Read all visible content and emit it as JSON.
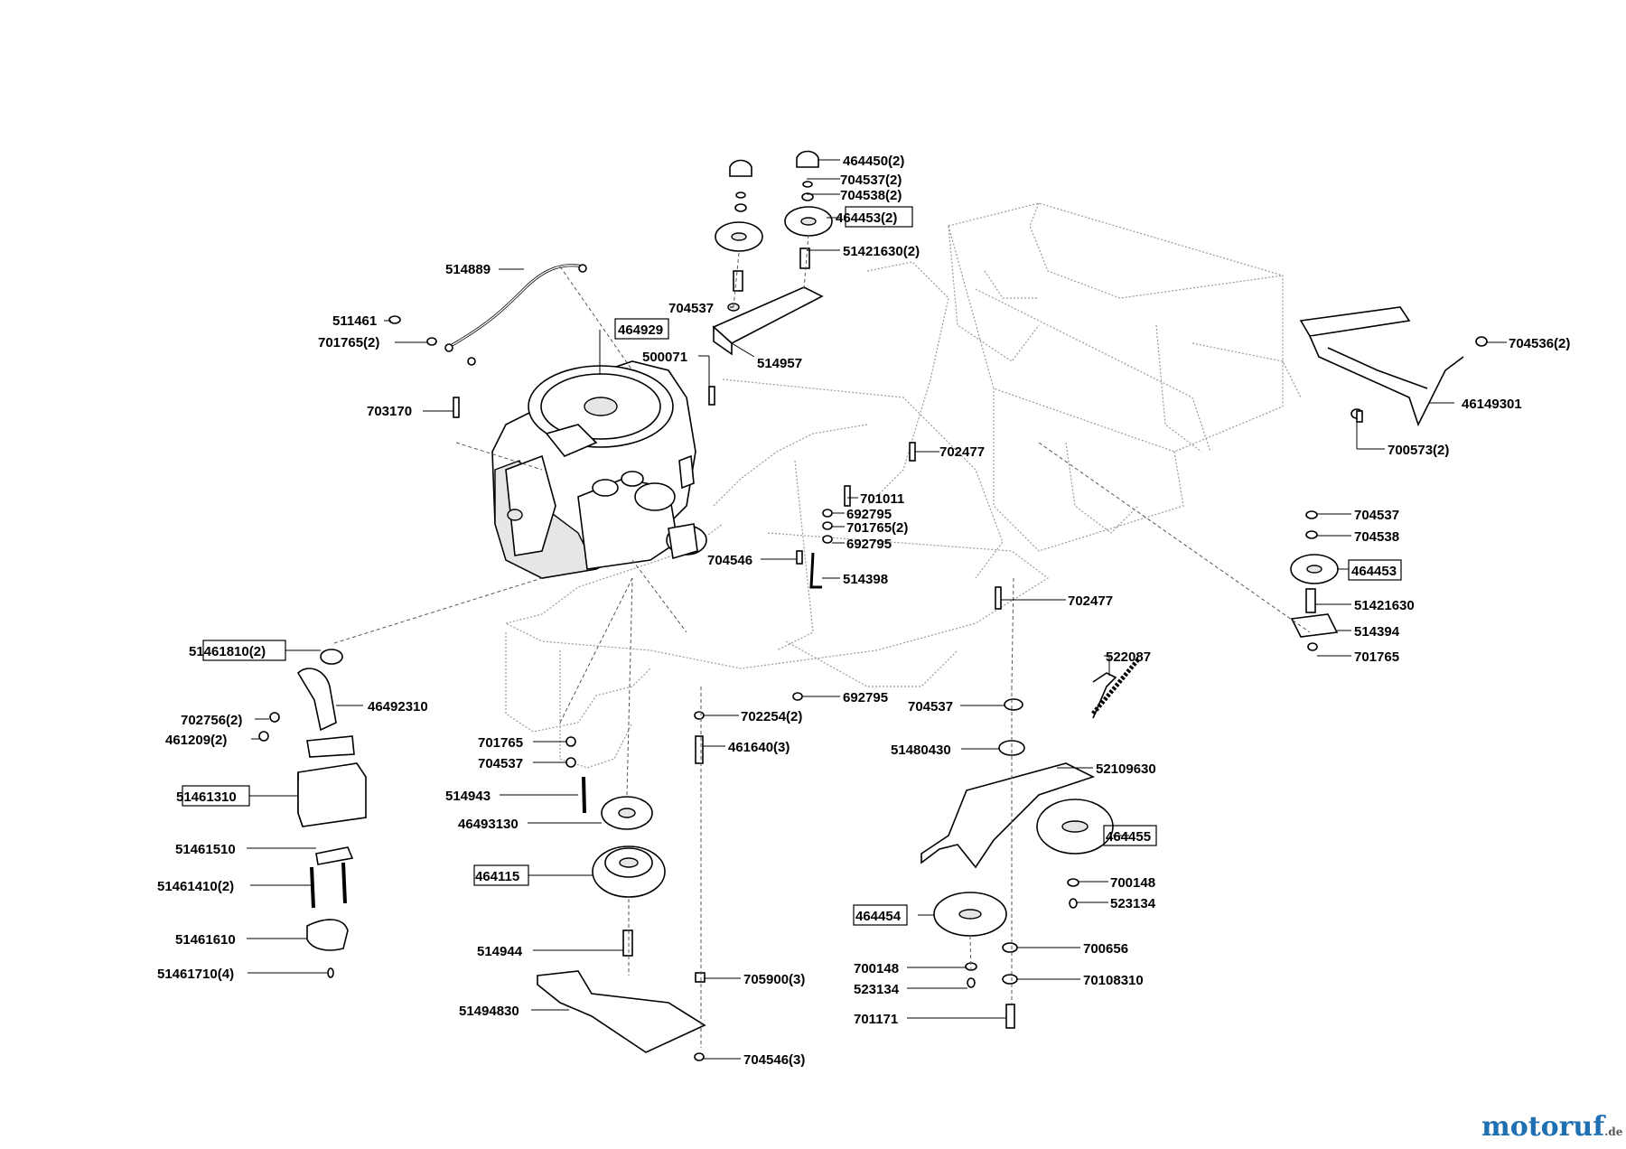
{
  "brand": {
    "logo_text_1": "motoruf",
    "logo_text_2": ".de",
    "colors": {
      "primary": "#1f6fb3",
      "accent": "#e07a1a"
    }
  },
  "labels": [
    "464450(2)",
    "704537(2)",
    "704538(2)",
    "464453(2)",
    "51421630(2)",
    "514889",
    "511461",
    "701765(2)",
    "464929",
    "704537",
    "514957",
    "500071",
    "703170",
    "702477",
    "701011",
    "692795",
    "701765(2)",
    "692795",
    "704546",
    "514398",
    "702477",
    "704536(2)",
    "46149301",
    "700573(2)",
    "704537",
    "704538",
    "464453",
    "51421630",
    "514394",
    "701765",
    "51461810(2)",
    "46492310",
    "702756(2)",
    "461209(2)",
    "51461310",
    "51461510",
    "51461410(2)",
    "51461610",
    "51461710(4)",
    "701765",
    "704537",
    "514943",
    "46493130",
    "464115",
    "514944",
    "51494830",
    "705900(3)",
    "704546(3)",
    "692795",
    "702254(2)",
    "461640(3)",
    "522087",
    "704537",
    "51480430",
    "52109630",
    "464455",
    "700148",
    "523134",
    "464454",
    "700656",
    "700148",
    "523134",
    "70108310",
    "701171"
  ]
}
